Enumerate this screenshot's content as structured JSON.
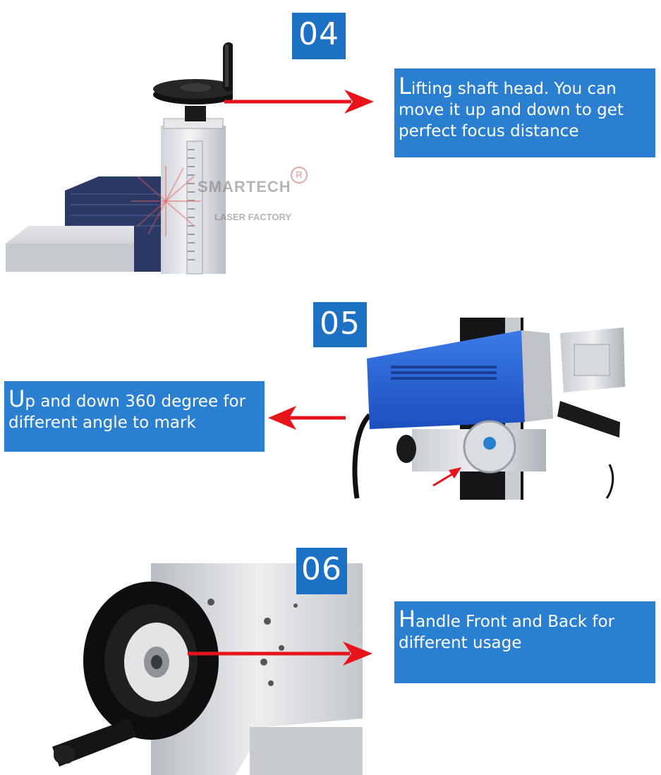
{
  "sections": [
    {
      "badge": "04",
      "caption_initial": "L",
      "caption_rest": "ifting shaft head. You can move it up and down to get perfect focus distance"
    },
    {
      "badge": "05",
      "caption_initial": "U",
      "caption_rest": "p and down 360 degree for different angle to mark"
    },
    {
      "badge": "06",
      "caption_initial": "H",
      "caption_rest": "andle Front and Back for different usage"
    }
  ],
  "watermark": {
    "name": "SMARTECH",
    "subtitle": "LASER FACTORY",
    "registered": "R"
  },
  "colors": {
    "badge_blue": "#1c71c5",
    "textbox_blue": "#2b7fd0",
    "arrow_red": "#e8141b"
  },
  "icons": [
    "red-arrow-icon",
    "registered-mark-icon",
    "laser-star-logo-icon"
  ]
}
